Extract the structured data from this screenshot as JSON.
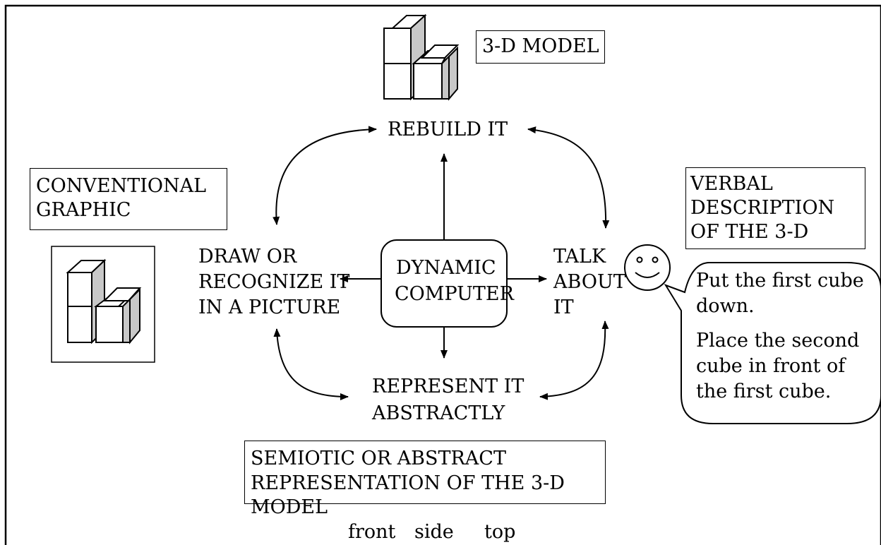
{
  "model_label": "3-D MODEL",
  "conventional_label": [
    "CONVENTIONAL",
    "GRAPHIC"
  ],
  "verbal_label": [
    "VERBAL",
    "DESCRIPTION",
    "OF THE 3-D"
  ],
  "semiotic_label": [
    "SEMIOTIC OR ABSTRACT",
    "REPRESENTATION OF THE 3-D MODEL"
  ],
  "nodes": {
    "rebuild": "REBUILD IT",
    "draw": [
      "DRAW OR",
      "RECOGNIZE IT",
      "IN A PICTURE"
    ],
    "center": [
      "DYNAMIC",
      "COMPUTER"
    ],
    "talk": [
      "TALK",
      "ABOUT",
      "IT"
    ],
    "represent": [
      "REPRESENT IT",
      "ABSTRACTLY"
    ]
  },
  "speech": [
    "Put the first cube",
    "down.",
    "Place the second",
    "cube in front of",
    "the first cube."
  ],
  "views": [
    "front",
    "side",
    "top"
  ]
}
